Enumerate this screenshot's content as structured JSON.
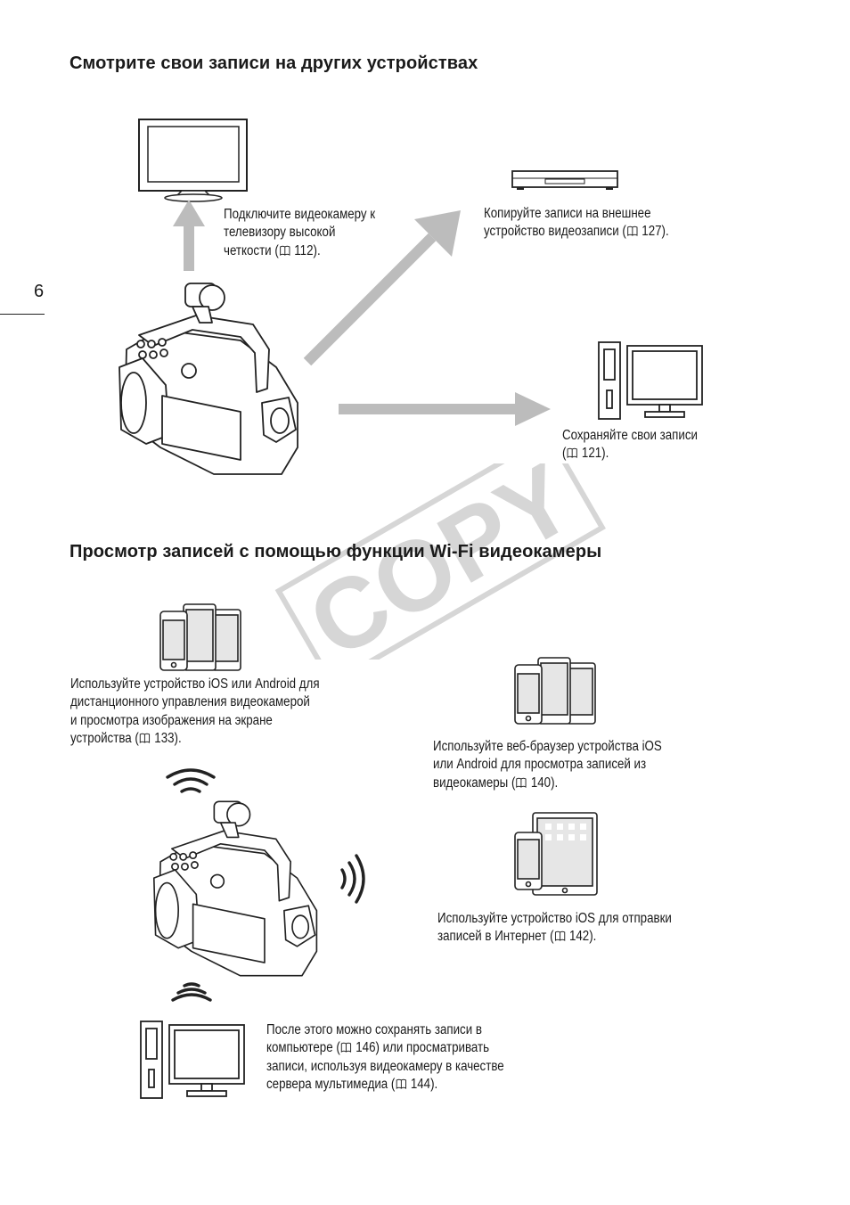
{
  "page_number": "6",
  "section1": {
    "title": "Смотрите свои записи на других устройствах",
    "tv_caption": [
      "Подключите видеокамеру к",
      "телевизору высокой",
      "четкости (",
      " 112)."
    ],
    "recorder_caption": [
      "Копируйте записи на внешнее",
      "устройство видеозаписи (",
      " 127)."
    ],
    "pc_caption": [
      "Сохраняйте свои записи",
      "(",
      " 121)."
    ]
  },
  "section2": {
    "title": "Просмотр записей с помощью функции Wi-Fi видеокамеры",
    "ios_android_caption": [
      "Используйте устройство iOS или Android для",
      "дистанционного управления видеокамерой",
      "и просмотра изображения на экране",
      "устройства (",
      " 133)."
    ],
    "browser_caption": [
      "Используйте веб-браузер устройства iOS",
      "или Android для просмотра записей из",
      "видеокамеры (",
      " 140)."
    ],
    "upload_caption": [
      "Используйте устройство iOS для отправки",
      "записей в Интернет (",
      " 142)."
    ],
    "media_server_caption": [
      "После этого можно сохранять записи в",
      "компьютере (",
      " 146) или просматривать",
      "записи, используя видеокамеру в качестве",
      "сервера мультимедиа (",
      " 144)."
    ]
  },
  "watermark": "COPY"
}
